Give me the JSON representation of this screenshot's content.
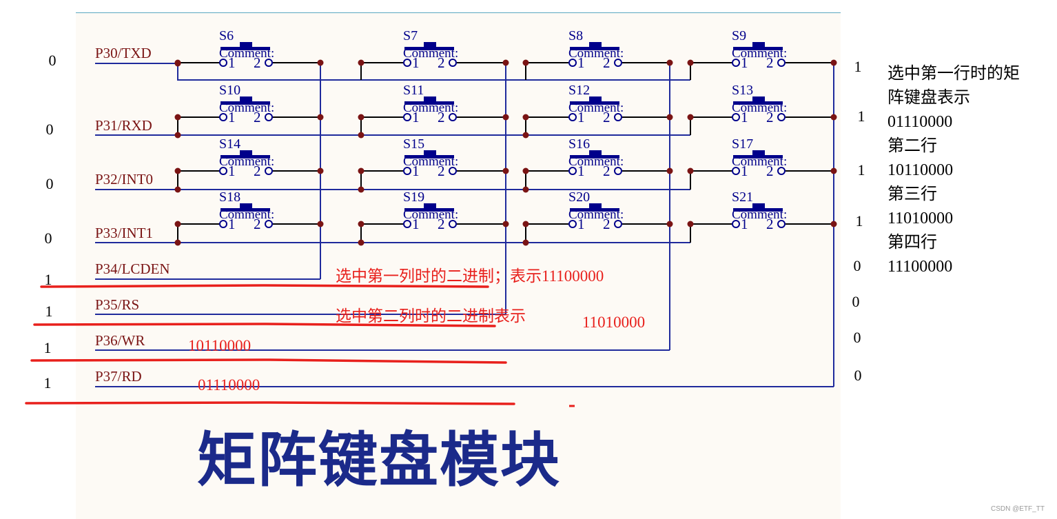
{
  "pins": [
    {
      "label": "P30/TXD",
      "bit": "0"
    },
    {
      "label": "P31/RXD",
      "bit": "0"
    },
    {
      "label": "P32/INT0",
      "bit": "0"
    },
    {
      "label": "P33/INT1",
      "bit": "0"
    },
    {
      "label": "P34/LCDEN",
      "bit": "1"
    },
    {
      "label": "P35/RS",
      "bit": "1"
    },
    {
      "label": "P36/WR",
      "bit": "1"
    },
    {
      "label": "P37/RD",
      "bit": "1"
    }
  ],
  "switches": [
    [
      "S6",
      "S7",
      "S8",
      "S9"
    ],
    [
      "S10",
      "S11",
      "S12",
      "S13"
    ],
    [
      "S14",
      "S15",
      "S16",
      "S17"
    ],
    [
      "S18",
      "S19",
      "S20",
      "S21"
    ]
  ],
  "switch_comment": "Comment:",
  "switch_pin1": "1",
  "switch_pin2": "2",
  "right_bits": [
    "1",
    "1",
    "1",
    "1",
    "0",
    "0",
    "0",
    "0"
  ],
  "annotations": {
    "col1": "选中第一列时的二进制；表示11100000",
    "col2": "选中第二列时的二进制表示",
    "col2_value": "11010000",
    "col3_value": "10110000",
    "col4_value": "01110000"
  },
  "right_notes": [
    "选中第一行时的矩",
    "阵键盘表示",
    "01110000",
    "第二行",
    "10110000",
    "第三行",
    "11010000",
    "第四行",
    "11100000"
  ],
  "title": "矩阵键盘模块",
  "watermark": "CSDN @ETF_TT",
  "colors": {
    "wire": "#1f2a9c",
    "wire_dark": "#000000",
    "junction": "#7a1414",
    "switch": "#00008b",
    "pin_label": "#7a1414",
    "annotation": "#e8201c",
    "title": "#1b2a8a"
  }
}
